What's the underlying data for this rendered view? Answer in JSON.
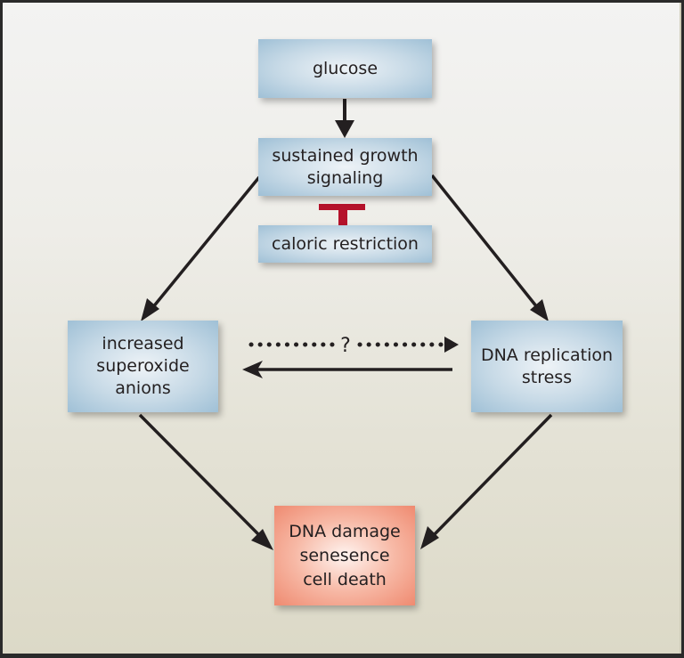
{
  "diagram": {
    "nodes": {
      "glucose": {
        "label": "glucose"
      },
      "growth_signaling": {
        "lines": [
          "sustained growth",
          "signaling"
        ]
      },
      "caloric_restriction": {
        "label": "caloric restriction"
      },
      "superoxide": {
        "lines": [
          "increased",
          "superoxide",
          "anions"
        ]
      },
      "replication_stress": {
        "lines": [
          "DNA replication",
          "stress"
        ]
      },
      "outcome": {
        "lines": [
          "DNA damage",
          "senesence",
          "cell death"
        ]
      }
    },
    "edges": [
      {
        "from": "glucose",
        "to": "growth_signaling",
        "type": "arrow"
      },
      {
        "from": "caloric_restriction",
        "to": "growth_signaling",
        "type": "inhibition"
      },
      {
        "from": "growth_signaling",
        "to": "superoxide",
        "type": "arrow"
      },
      {
        "from": "growth_signaling",
        "to": "replication_stress",
        "type": "arrow"
      },
      {
        "from": "superoxide",
        "to": "replication_stress",
        "type": "dotted-arrow",
        "label": "?"
      },
      {
        "from": "replication_stress",
        "to": "superoxide",
        "type": "arrow"
      },
      {
        "from": "superoxide",
        "to": "outcome",
        "type": "arrow"
      },
      {
        "from": "replication_stress",
        "to": "outcome",
        "type": "arrow"
      }
    ],
    "colors": {
      "node_fill": "#c6d9e6",
      "outcome_fill": "#ef8a70",
      "inhibition": "#b5122b",
      "arrow": "#231f20"
    }
  }
}
